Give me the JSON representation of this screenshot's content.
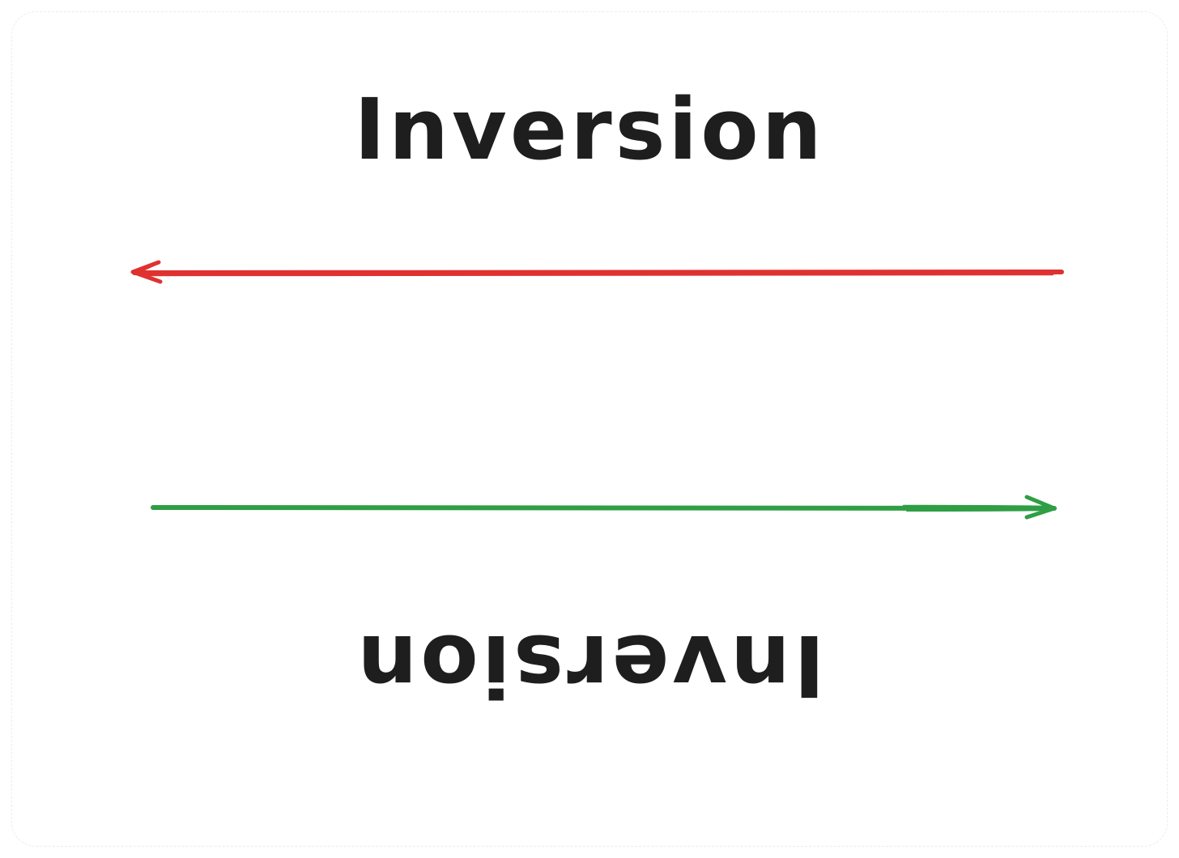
{
  "title_top": "Inversion",
  "title_bottom": "Inversion",
  "arrows": [
    {
      "direction": "left",
      "color": "#e03131"
    },
    {
      "direction": "right",
      "color": "#2f9e44"
    }
  ],
  "text_color": "#1e1e1e"
}
